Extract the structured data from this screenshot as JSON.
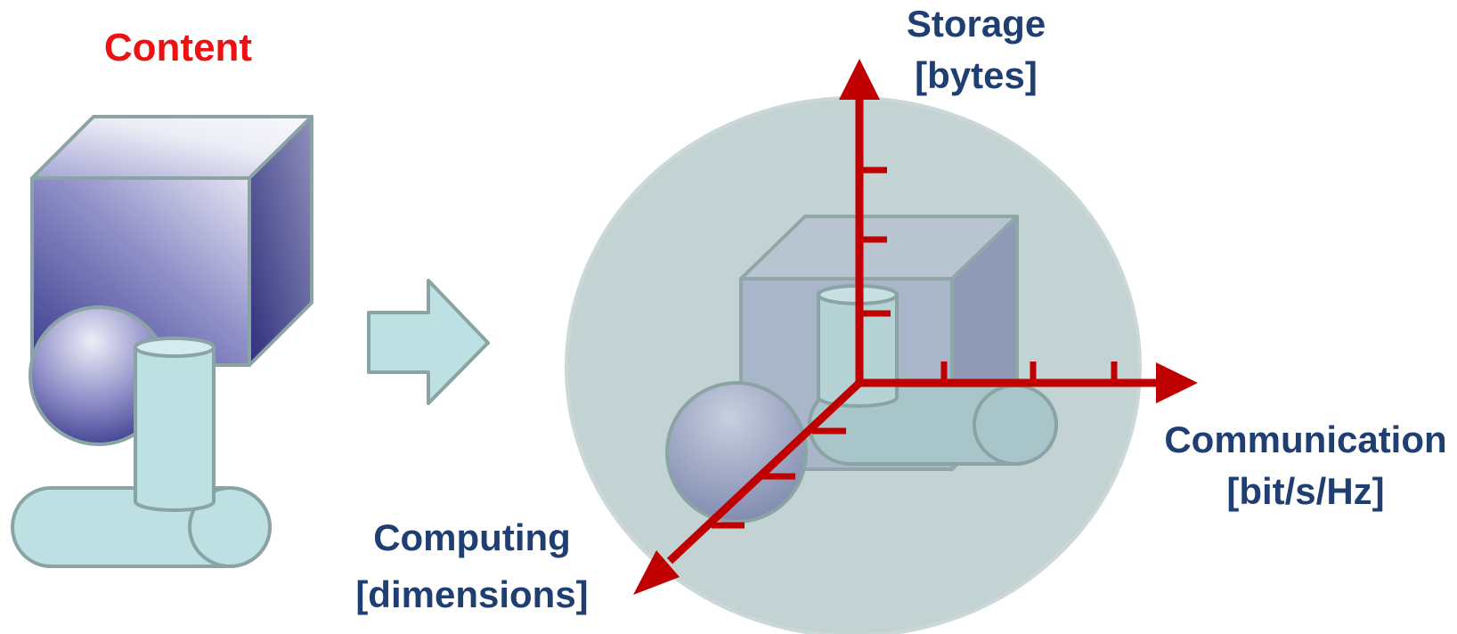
{
  "labels": {
    "content": "Content",
    "storage_line1": "Storage",
    "storage_line2": "[bytes]",
    "communication_line1": "Communication",
    "communication_line2": "[bit/s/Hz]",
    "computing_line1": "Computing",
    "computing_line2": "[dimensions]"
  },
  "colors": {
    "content_label": "#ee1111",
    "axis_label": "#1f3f73",
    "axis": "#c00000",
    "cube_dark": "#3f3f91",
    "cube_light": "#f2f2fa",
    "light_cyan": "#bde0e3",
    "outline": "#8aa3a5",
    "sphere_bg": "#c3d3d3",
    "arrow_fill": "#bde0e3"
  }
}
